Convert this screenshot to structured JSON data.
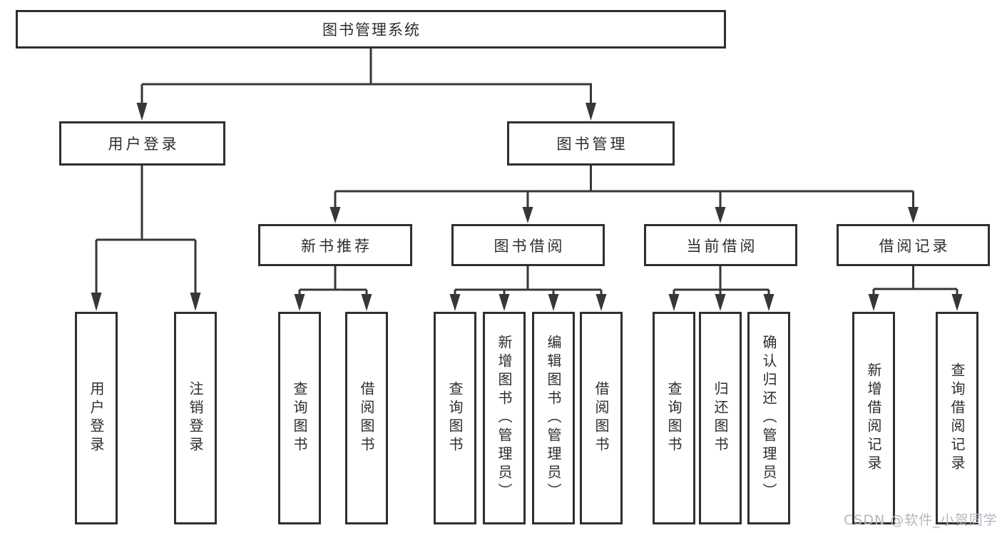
{
  "nodes": {
    "root": "图书管理系统",
    "level2": [
      "用户登录",
      "图书管理"
    ],
    "level3": [
      "新书推荐",
      "图书借阅",
      "当前借阅",
      "借阅记录"
    ],
    "user_children": [
      "用户登录",
      "注销登录"
    ],
    "newbook_children": [
      "查询图书",
      "借阅图书"
    ],
    "borrow_children": [
      "查询图书",
      "新增图书（管理员）",
      "编辑图书（管理员）",
      "借阅图书"
    ],
    "current_children": [
      "查询图书",
      "归还图书",
      "确认归还（管理员）"
    ],
    "record_children": [
      "新增借阅记录",
      "查询借阅记录"
    ]
  },
  "watermark": "CSDN @软件_小贺同学",
  "colors": {
    "line": "#373737",
    "box-border": "#2f2f2f",
    "text": "#2d2d2d",
    "watermark": "#b3b7bd",
    "background": "#ffffff"
  }
}
